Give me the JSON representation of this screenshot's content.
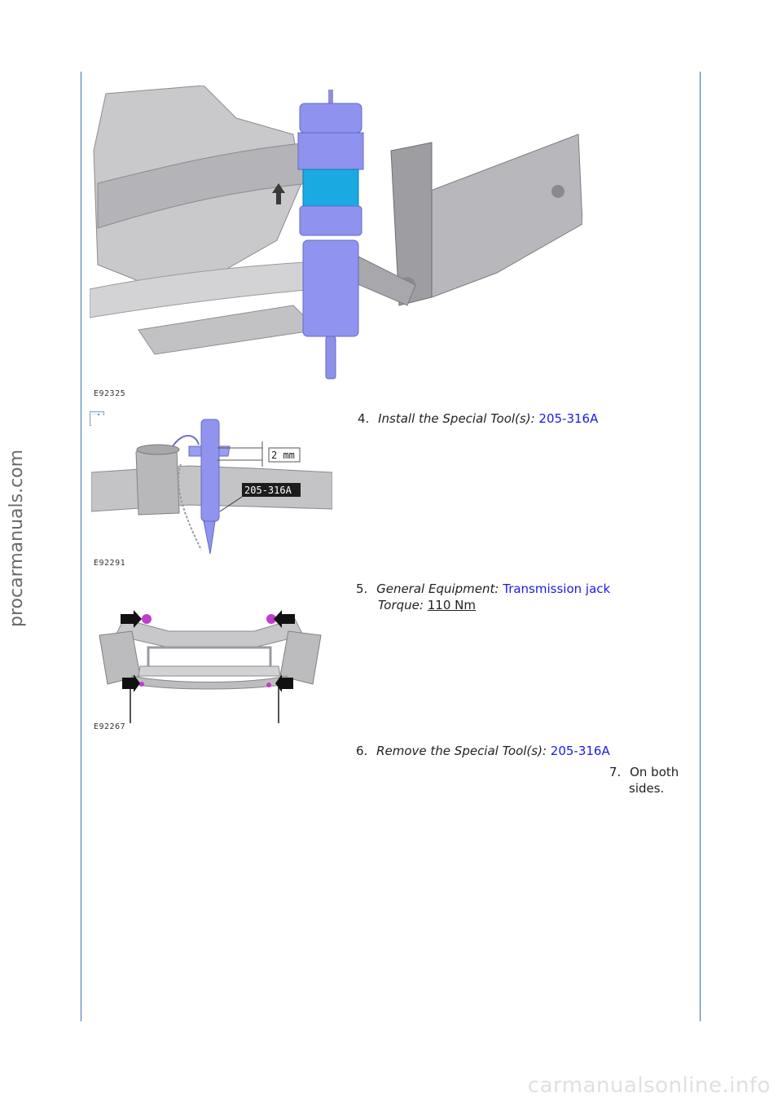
{
  "watermark_side": "procarmanuals.com",
  "watermark_footer": "carmanualsonline.info",
  "figures": {
    "fig1_id": "E92325",
    "fig2_id": "E92291",
    "fig2_dim": "2 mm",
    "fig2_tool": "205-316A",
    "fig3_id": "E92267"
  },
  "steps": [
    {
      "num": "4.",
      "label": "Install the Special Tool(s):",
      "link": "205-316A"
    },
    {
      "num": "5.",
      "label": "General Equipment:",
      "link": "Transmission jack",
      "torque_label": "Torque:",
      "torque_value": "110 Nm"
    },
    {
      "num": "6.",
      "label": "Remove the Special Tool(s):",
      "link": "205-316A"
    },
    {
      "num": "7.",
      "text_line1": "On both",
      "text_line2": "sides."
    }
  ],
  "colors": {
    "rule": "#3a6fb0",
    "link": "#1a1ae6",
    "tool_blue": "#8a8ef0",
    "tool_cyan": "#1aa6e0",
    "bolt_magenta": "#c23bd0"
  }
}
